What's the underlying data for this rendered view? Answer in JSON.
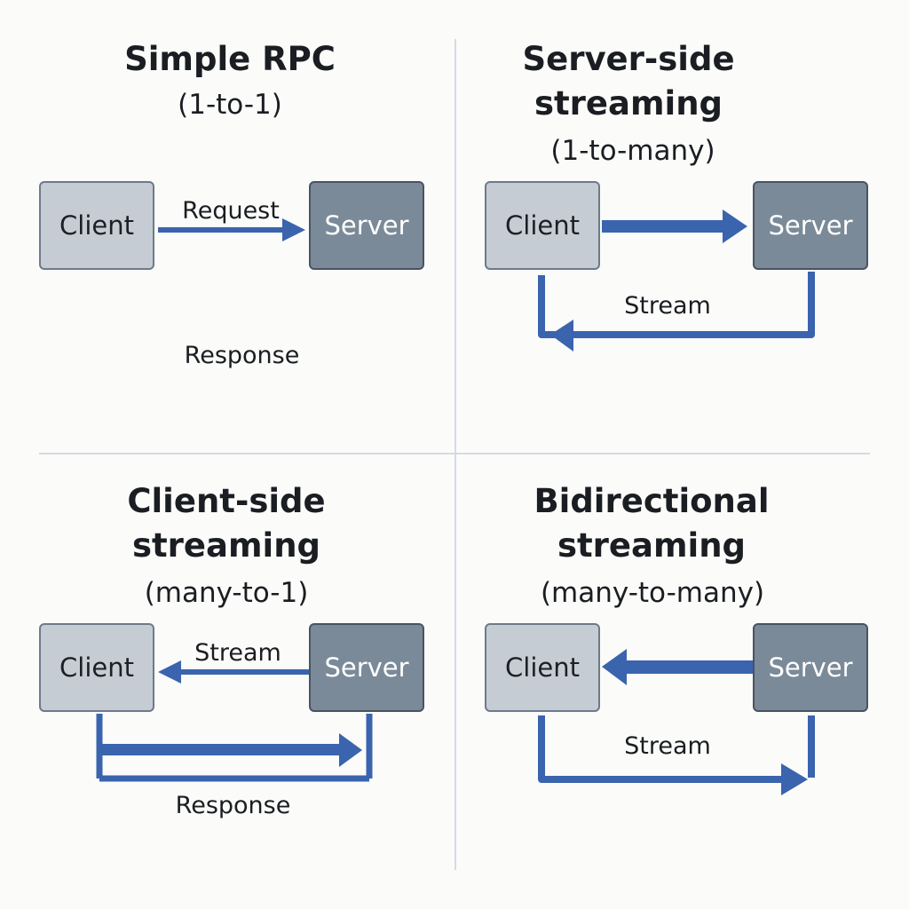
{
  "colors": {
    "arrow": "#3a64ad",
    "client_fill": "#c6ccd3",
    "server_fill": "#7b8a99",
    "divider": "#d6dbe2"
  },
  "panels": [
    {
      "title_lines": [
        "Simple RPC"
      ],
      "subtitle": "(1-to-1)",
      "client": "Client",
      "server": "Server",
      "labels": [
        "Request",
        "Response"
      ]
    },
    {
      "title_lines": [
        "Server-side",
        "streaming"
      ],
      "subtitle": "(1-to-many)",
      "client": "Client",
      "server": "Server",
      "labels": [
        "Stream"
      ]
    },
    {
      "title_lines": [
        "Client-side",
        "streaming"
      ],
      "subtitle": "(many-to-1)",
      "client": "Client",
      "server": "Server",
      "labels": [
        "Stream",
        "Response"
      ]
    },
    {
      "title_lines": [
        "Bidirectional",
        "streaming"
      ],
      "subtitle": "(many-to-many)",
      "client": "Client",
      "server": "Server",
      "labels": [
        "Stream"
      ]
    }
  ]
}
